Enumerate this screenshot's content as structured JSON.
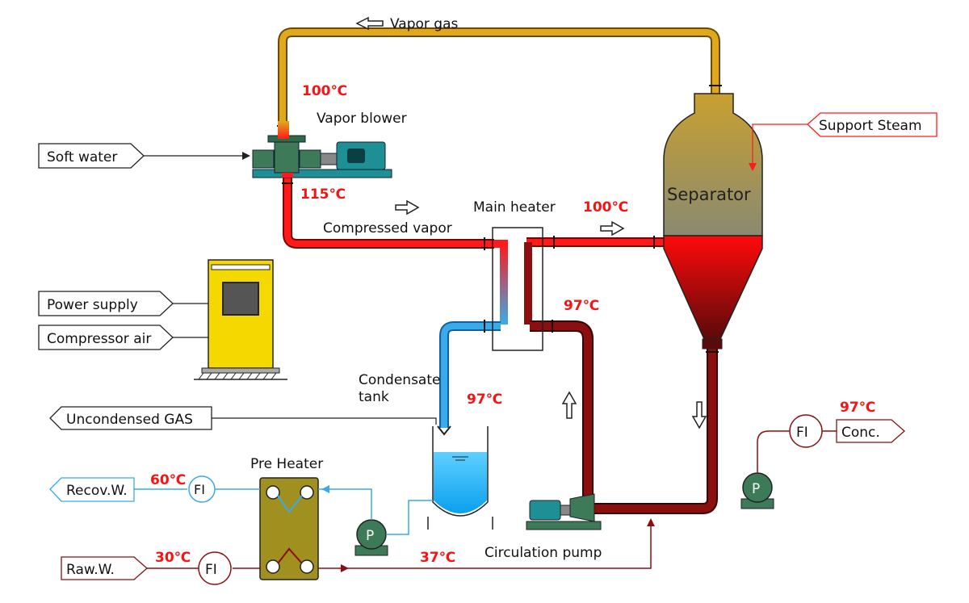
{
  "labels": {
    "vapor_gas": "Vapor gas",
    "vapor_blower": "Vapor blower",
    "soft_water": "Soft water",
    "compressed_vapor": "Compressed vapor",
    "main_heater": "Main heater",
    "separator": "Separator",
    "support_steam": "Support Steam",
    "power_supply": "Power supply",
    "compressor_air": "Compressor air",
    "condensate_line1": "Condensate",
    "condensate_line2": "tank",
    "uncondensed_gas": "Uncondensed GAS",
    "pre_heater": "Pre Heater",
    "recov_w": "Recov.W.",
    "raw_w": "Raw.W.",
    "conc": "Conc.",
    "circulation_pump": "Circulation pump",
    "fi": "FI",
    "p": "P"
  },
  "temps": {
    "blower_top": "100℃",
    "blower_bottom": "115℃",
    "heater_out": "100℃",
    "circ_return": "97℃",
    "condensate": "97℃",
    "conc": "97℃",
    "recov": "60℃",
    "raw": "30℃",
    "preheated": "37℃"
  },
  "colors": {
    "vapor_line": "#e0a81c",
    "hot_line": "#ff1a1a",
    "dark_line": "#8b0f0f",
    "cold_line": "#3aaae8",
    "equipment_green": "#3c7a58",
    "blower_motor": "#1f8f96",
    "panel_yellow": "#f4d800",
    "preheater_olive": "#a09020"
  }
}
